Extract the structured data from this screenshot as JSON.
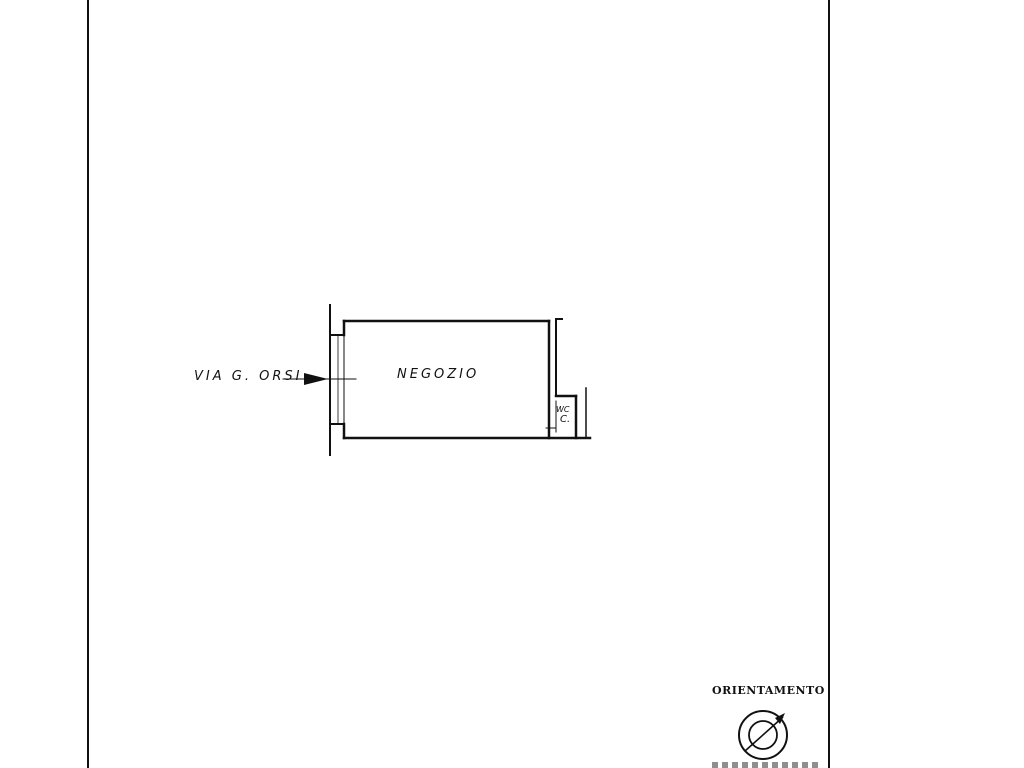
{
  "plan": {
    "street_label": "VIA G. ORSI",
    "room_label": "NEGOZIO",
    "wc_label_top": "WC",
    "wc_label_bottom": "C."
  },
  "orientation": {
    "title": "ORIENTAMENTO",
    "compass_icon": "north-arrow-compass-icon"
  },
  "colors": {
    "ink": "#111111",
    "paper": "#ffffff"
  }
}
